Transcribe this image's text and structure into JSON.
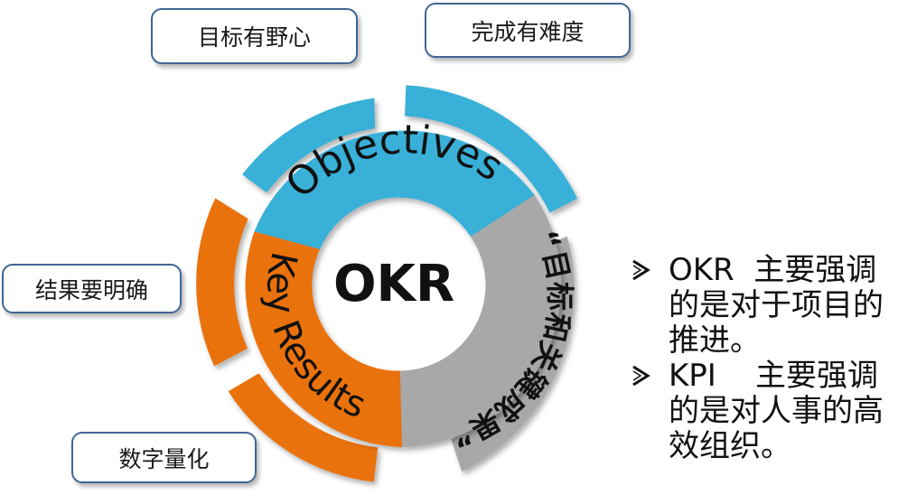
{
  "center": {
    "label": "OKR"
  },
  "ring": {
    "objectives_label": "Objectives",
    "key_results_label": "Key Results",
    "chinese_label": "“目标和关键成果”"
  },
  "tags": {
    "top_left": "目标有野心",
    "top_right": "完成有难度",
    "left": "结果要明确",
    "bottom": "数字量化"
  },
  "bullets": [
    {
      "lines": [
        "OKR  主要强调",
        "的是对于项目的",
        "推进。"
      ]
    },
    {
      "lines": [
        "KPI    主要强调",
        "的是对人事的高",
        "效组织。"
      ]
    }
  ],
  "colors": {
    "blue": "#39b0d8",
    "orange": "#ea720f",
    "gray": "#a8a8a8",
    "tag_border": "#3e6796",
    "text": "#111111"
  },
  "icons": {
    "bullet": "chevron-right-icon"
  }
}
